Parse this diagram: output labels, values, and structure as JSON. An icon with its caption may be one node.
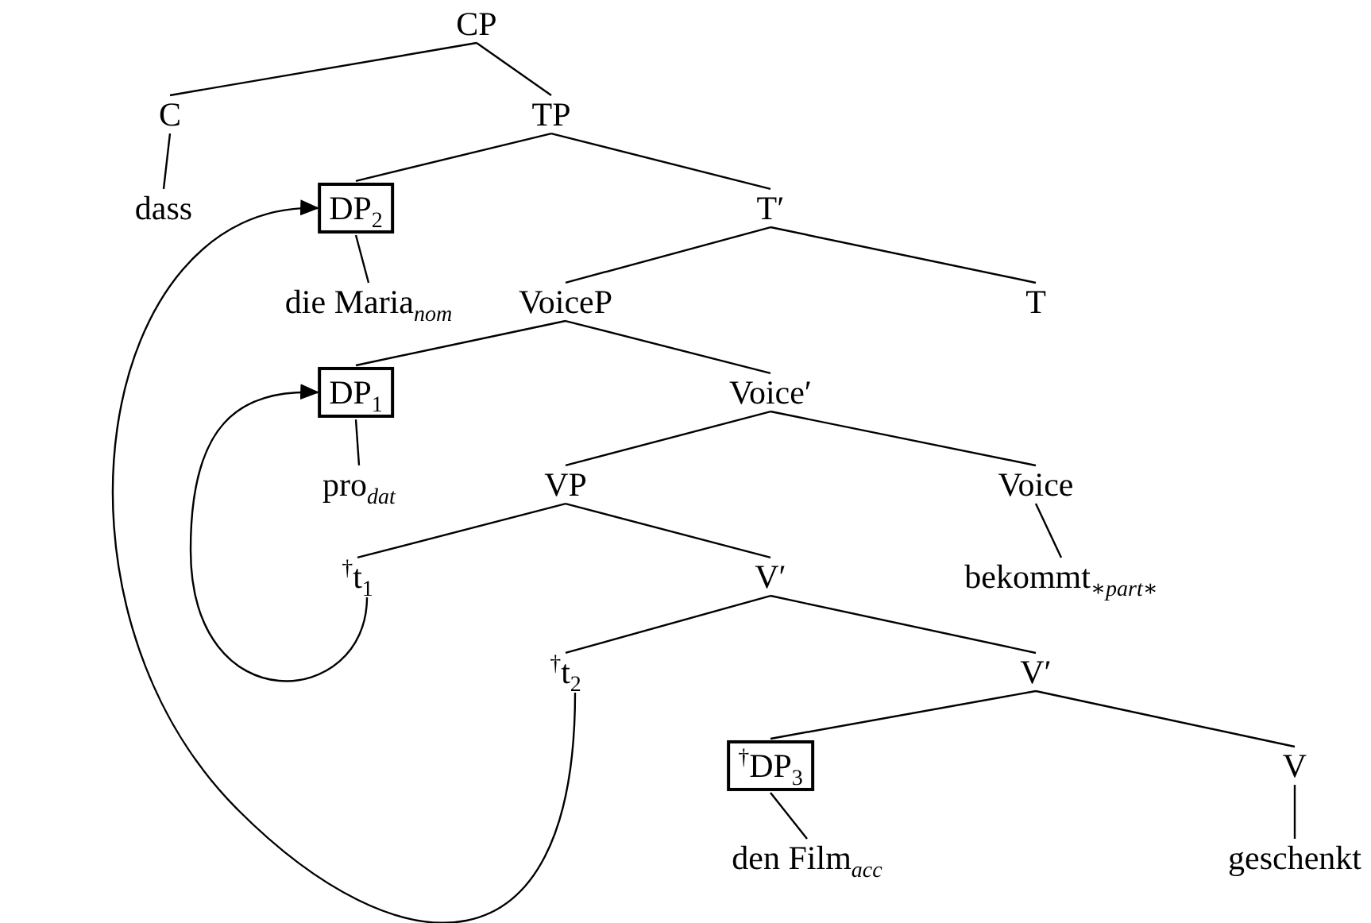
{
  "diagram": {
    "nodes": [
      {
        "text": [
          "CP"
        ]
      },
      {
        "text": [
          "C"
        ]
      },
      {
        "text": [
          "TP"
        ]
      },
      {
        "text": [
          "dass"
        ]
      },
      {
        "text": [
          "DP$_{2}$"
        ]
      },
      {
        "text": [
          "T′"
        ]
      },
      {
        "text": [
          "die Maria$_{nom}$"
        ]
      },
      {
        "text": [
          "VoiceP"
        ]
      },
      {
        "text": [
          "T"
        ]
      },
      {
        "text": [
          "DP$_{1}$"
        ]
      },
      {
        "text": [
          "Voice′"
        ]
      },
      {
        "text": [
          "pro$_{dat}$"
        ]
      },
      {
        "text": [
          "VP"
        ]
      },
      {
        "text": [
          "Voice"
        ]
      },
      {
        "text": [
          "$^{†}$t$_{1}$"
        ]
      },
      {
        "text": [
          "V′"
        ]
      },
      {
        "text": [
          "bekommt$_{∗part∗}$"
        ]
      },
      {
        "text": [
          "$^{†}$t$_{2}$"
        ]
      },
      {
        "text": [
          "V′"
        ]
      },
      {
        "text": [
          "$^{†}$DP$_{3}$"
        ]
      },
      {
        "text": [
          "V"
        ]
      },
      {
        "text": [
          "den Film$_{acc}$"
        ]
      },
      {
        "text": [
          "geschenkt"
        ]
      }
    ],
    "edges": [
      {
        "from": 0,
        "to": 1,
        "arrow": "none"
      },
      {
        "from": 0,
        "to": 2,
        "arrow": "none"
      },
      {
        "from": 1,
        "to": 3,
        "arrow": "none"
      },
      {
        "from": 2,
        "to": 4,
        "arrow": "none"
      },
      {
        "from": 2,
        "to": 5,
        "arrow": "none"
      },
      {
        "from": 4,
        "to": 6,
        "arrow": "none"
      },
      {
        "from": 5,
        "to": 7,
        "arrow": "none"
      },
      {
        "from": 5,
        "to": 8,
        "arrow": "none"
      },
      {
        "from": 7,
        "to": 9,
        "arrow": "none"
      },
      {
        "from": 7,
        "to": 10,
        "arrow": "none"
      },
      {
        "from": 9,
        "to": 11,
        "arrow": "none"
      },
      {
        "from": 10,
        "to": 12,
        "arrow": "none"
      },
      {
        "from": 10,
        "to": 13,
        "arrow": "none"
      },
      {
        "from": 12,
        "to": 14,
        "arrow": "none"
      },
      {
        "from": 12,
        "to": 15,
        "arrow": "none"
      },
      {
        "from": 13,
        "to": 16,
        "arrow": "none"
      },
      {
        "from": 15,
        "to": 17,
        "arrow": "none"
      },
      {
        "from": 15,
        "to": 18,
        "arrow": "none"
      },
      {
        "from": 18,
        "to": 19,
        "arrow": "none"
      },
      {
        "from": 18,
        "to": 20,
        "arrow": "none"
      },
      {
        "from": 19,
        "to": 21,
        "arrow": "none"
      },
      {
        "from": 20,
        "to": 22,
        "arrow": "none"
      },
      {
        "from": 14,
        "to": 9,
        "arrow": "to"
      },
      {
        "from": 17,
        "to": 4,
        "arrow": "to"
      }
    ]
  }
}
